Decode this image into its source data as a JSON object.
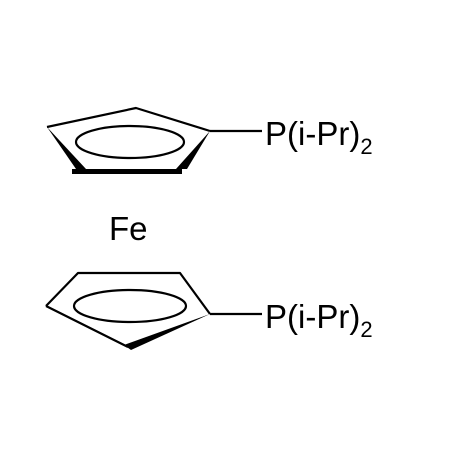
{
  "molecule": {
    "top_substituent": {
      "main": "P(i-Pr)",
      "subscript": "2"
    },
    "metal": "Fe",
    "bottom_substituent": {
      "main": "P(i-Pr)",
      "subscript": "2"
    }
  },
  "colors": {
    "bond": "#000000",
    "background": "#ffffff"
  }
}
